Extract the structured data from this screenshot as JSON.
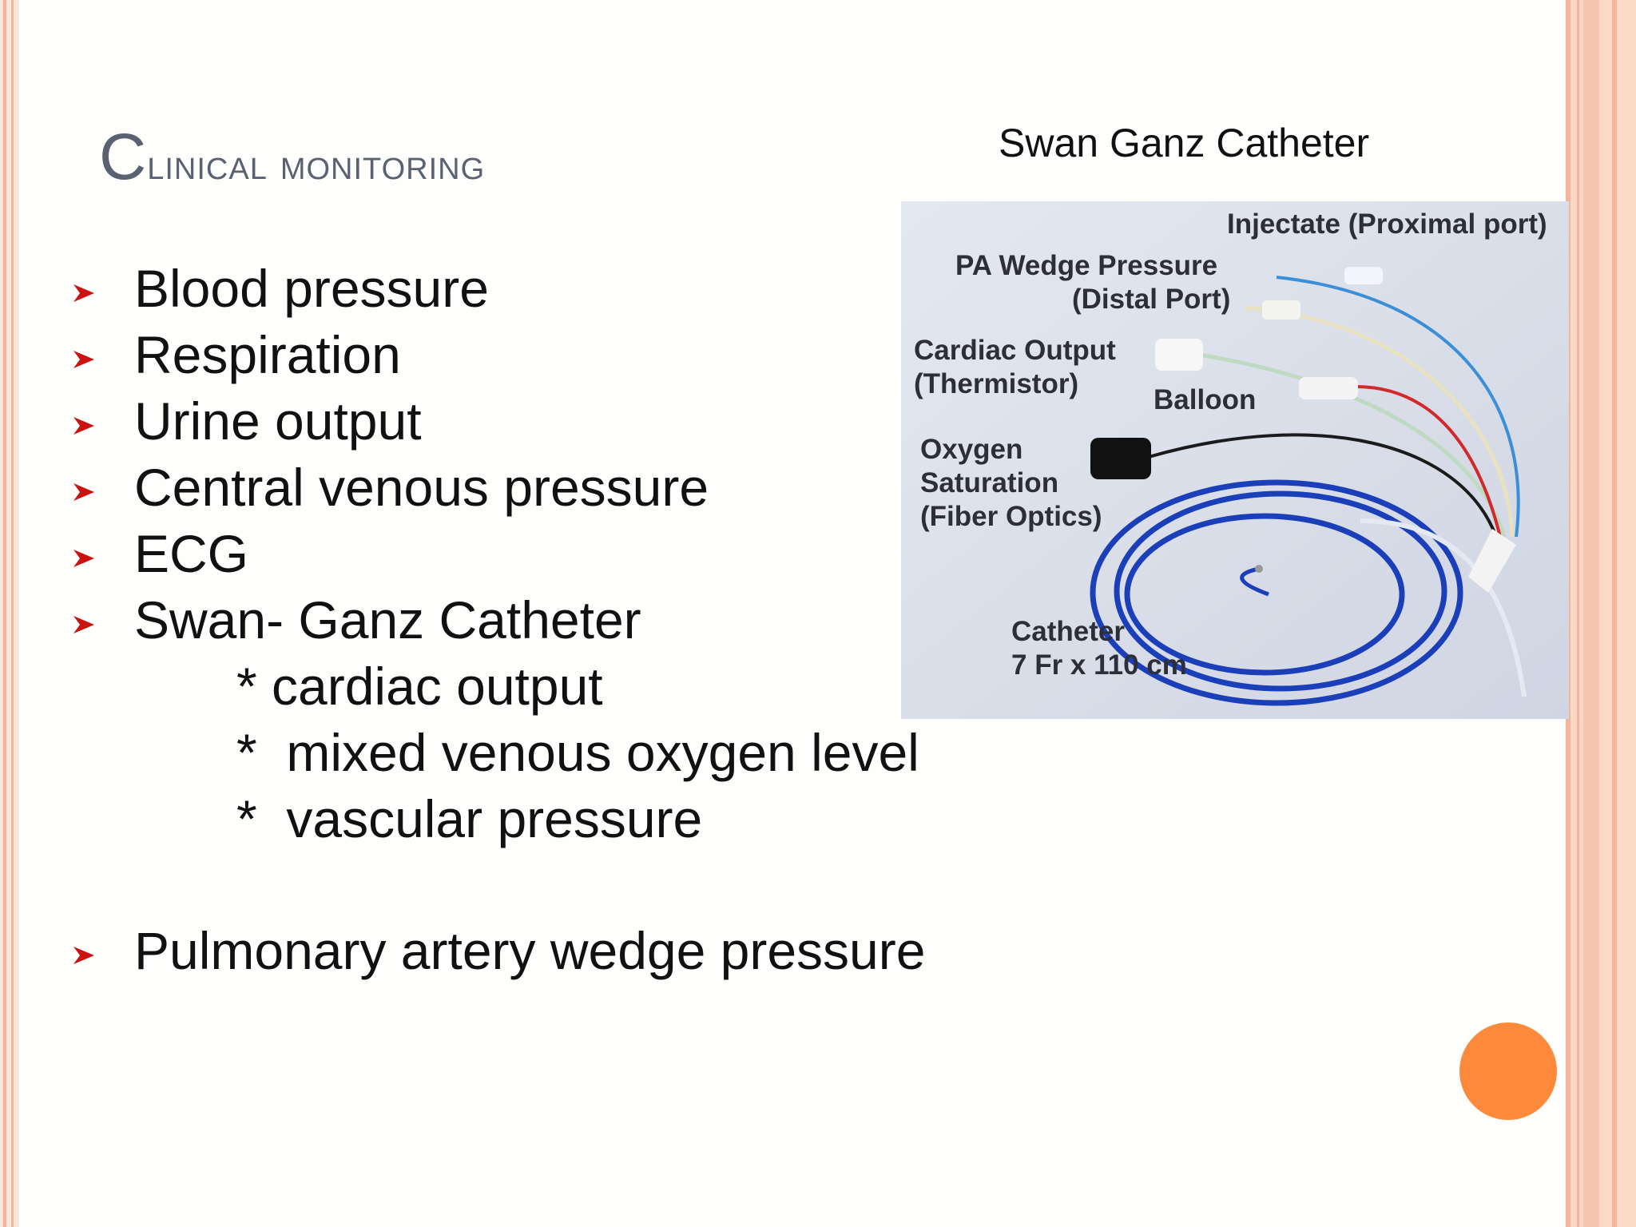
{
  "slide": {
    "title_first": "C",
    "title_rest": "linical monitoring",
    "image_caption": "Swan Ganz Catheter",
    "bullets": [
      "Blood pressure",
      "Respiration",
      "Urine output",
      "Central venous pressure",
      "ECG",
      "Swan- Ganz Catheter"
    ],
    "sub_items": [
      "* cardiac output",
      "*  mixed venous oxygen level",
      "*  vascular pressure"
    ],
    "last_bullet": "Pulmonary artery wedge pressure"
  },
  "photo_labels": {
    "injectate": "Injectate (Proximal port)",
    "pa_wedge_1": "PA Wedge Pressure",
    "pa_wedge_2": "(Distal Port)",
    "cardiac_output_1": "Cardiac Output",
    "cardiac_output_2": "(Thermistor)",
    "balloon": "Balloon",
    "oxygen_1": "Oxygen",
    "oxygen_2": "Saturation",
    "oxygen_3": "(Fiber Optics)",
    "catheter_1": "Catheter",
    "catheter_2": "7 Fr x 110 cm"
  },
  "colors": {
    "bullet_arrow": "#cc1111",
    "accent_dot": "#fd8a3b",
    "title": "#5a6170",
    "border_peach": "#fbd9c7"
  },
  "icons": {
    "bullet": "red-arrowhead-icon"
  }
}
